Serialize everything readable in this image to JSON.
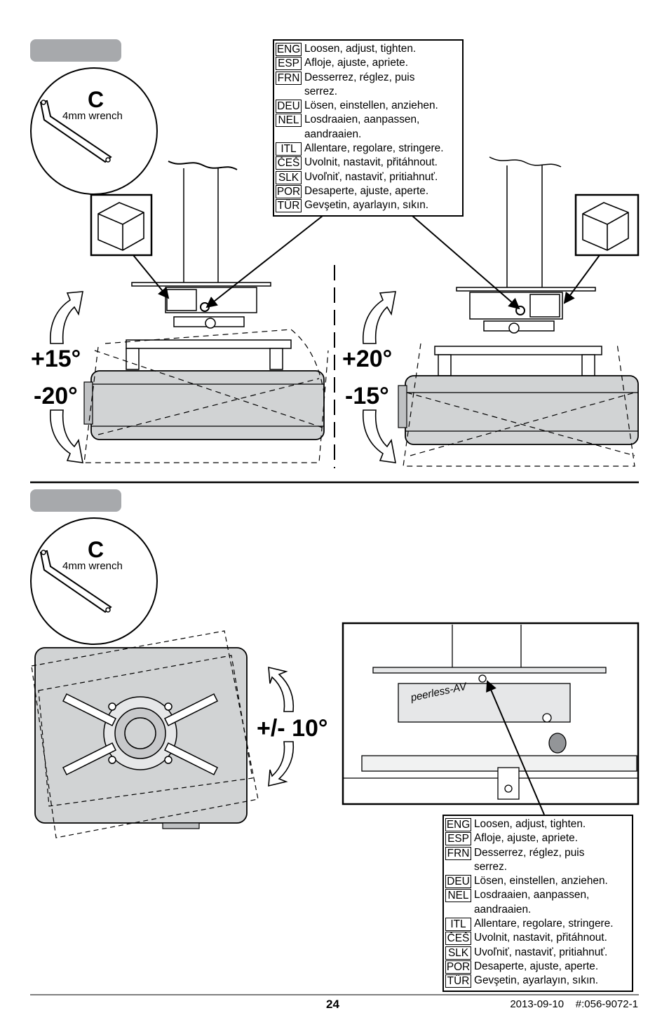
{
  "steps": [
    {
      "tool": {
        "letter": "C",
        "label": "4mm wrench"
      }
    },
    {
      "tool": {
        "letter": "C",
        "label": "4mm wrench"
      }
    }
  ],
  "angles": {
    "left_up": "+15°",
    "left_down": "-20°",
    "right_up": "+20°",
    "right_down": "-15°",
    "rotate": "+/- 10°"
  },
  "instruction_box": [
    {
      "code": "ENG",
      "text": "Loosen, adjust, tighten."
    },
    {
      "code": "ESP",
      "text": "Afloje, ajuste, apriete."
    },
    {
      "code": "FRN",
      "text": "Desserrez, réglez, puis",
      "cont": "serrez."
    },
    {
      "code": "DEU",
      "text": "Lösen, einstellen, anziehen."
    },
    {
      "code": "NEL",
      "text": "Losdraaien, aanpassen,",
      "cont": "aandraaien."
    },
    {
      "code": "ITL",
      "text": "Allentare, regolare, stringere."
    },
    {
      "code": "ČEŠ",
      "text": "Uvolnit, nastavit, přitáhnout."
    },
    {
      "code": "SLK",
      "text": "Uvoľniť, nastaviť, pritiahnuť."
    },
    {
      "code": "POR",
      "text": "Desaperte, ajuste, aperte."
    },
    {
      "code": "TÜR",
      "text": "Gevşetin, ayarlayın, sıkın."
    }
  ],
  "brand_logo": "peerless-AV",
  "footer": {
    "page_number": "24",
    "date": "2013-09-10",
    "doc_number": "#:056-9072-1"
  }
}
